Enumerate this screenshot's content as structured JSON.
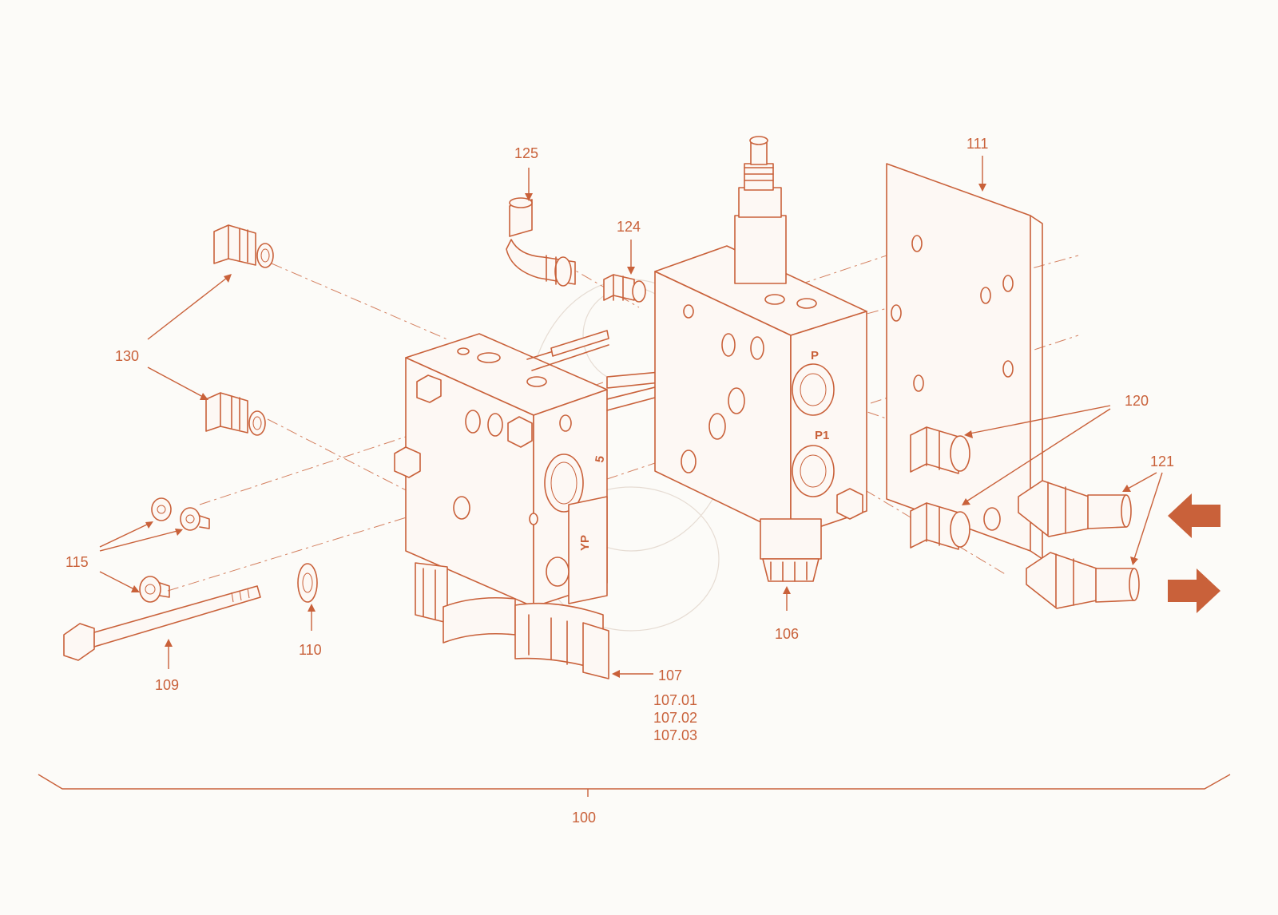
{
  "callouts": {
    "c100": "100",
    "c106": "106",
    "c107": "107",
    "c107_01": "107.01",
    "c107_02": "107.02",
    "c107_03": "107.03",
    "c109": "109",
    "c110": "110",
    "c111": "111",
    "c115": "115",
    "c120": "120",
    "c121": "121",
    "c124": "124",
    "c125": "125",
    "c130": "130"
  },
  "port_marks": {
    "p": "P",
    "p1": "P1",
    "yp": "YP",
    "five": "5"
  },
  "flow_arrows": {
    "inlet": "arrow-left-icon",
    "outlet": "arrow-right-icon"
  },
  "colors": {
    "line": "#c9613a",
    "background": "#fcfbf8"
  }
}
